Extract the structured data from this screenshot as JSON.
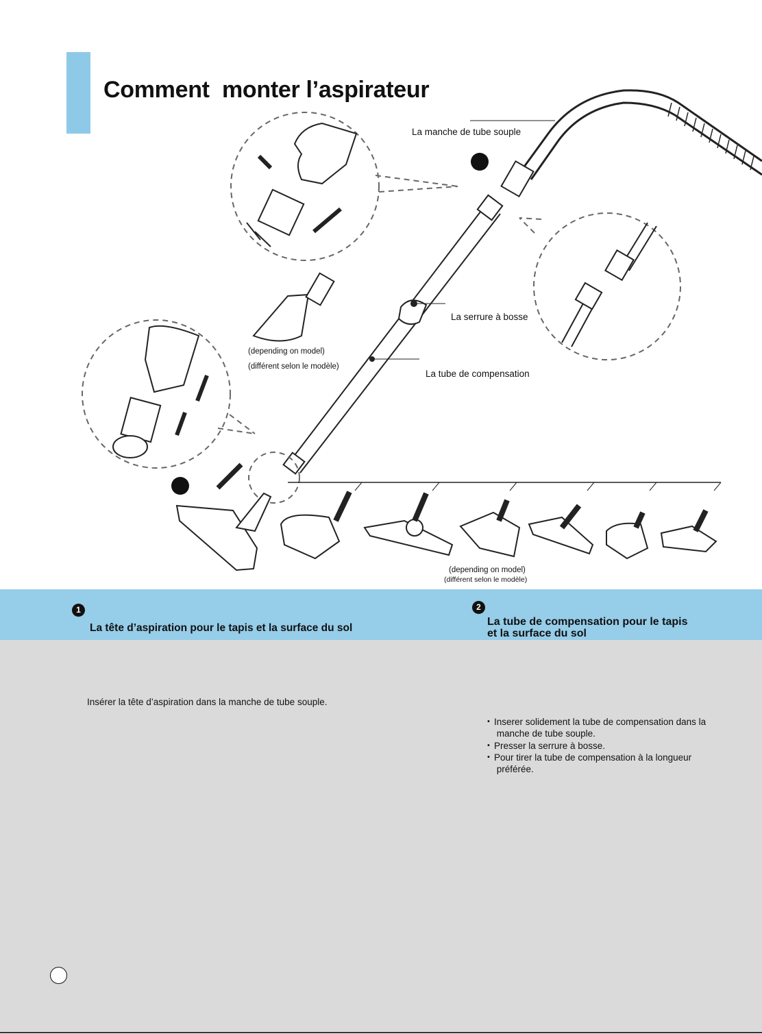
{
  "title": "Comment  monter l’aspirateur",
  "callouts": {
    "hose_handle": "La manche de tube souple",
    "lock_button": "La serrure à bosse",
    "telescopic_tube": "La tube de compensation"
  },
  "notes": {
    "model_en": "(depending on model)",
    "model_fr": "(différent selon le modèle)"
  },
  "section1": {
    "number": "1",
    "title": "La tête d’aspiration pour le tapis et la surface du sol",
    "text": "Insérer la tête d’aspiration dans la manche de tube souple."
  },
  "section2": {
    "number": "2",
    "title": "La tube de compensation pour le tapis\net la surface du sol",
    "bullets": [
      "Inserer solidement la tube de compensation dans la\n manche de tube souple.",
      "Presser la serrure à bosse.",
      "Pour tirer la tube de compensation à la longueur\n préférée."
    ]
  },
  "colors": {
    "accent": "#8ecae8",
    "band": "#96cde9",
    "panel": "#dadada"
  }
}
